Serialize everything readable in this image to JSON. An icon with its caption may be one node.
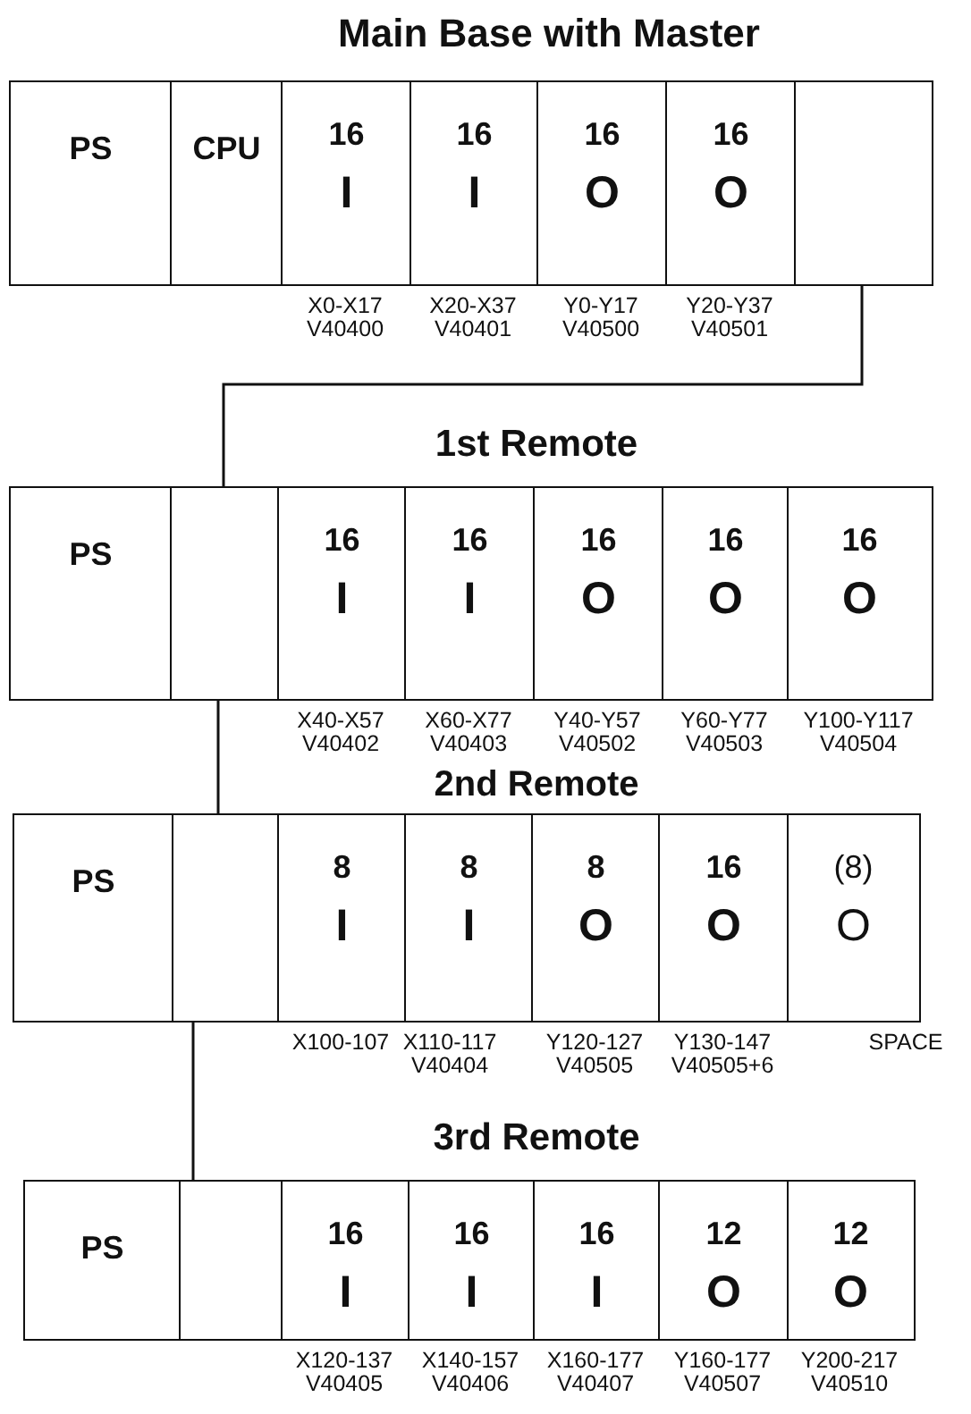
{
  "diagram": {
    "nodes": [
      {
        "text": [
          "Main Base with Master"
        ]
      },
      {
        "text": [
          "PS"
        ],
        "in": 0
      },
      {
        "text": [
          "CPU"
        ],
        "in": 0
      },
      {
        "text": [
          "16",
          "I"
        ],
        "in": 0,
        "beside": [
          "X0-X17",
          "V40400"
        ]
      },
      {
        "text": [
          "16",
          "I"
        ],
        "in": 0,
        "beside": [
          "X20-X37",
          "V40401"
        ]
      },
      {
        "text": [
          "16",
          "O"
        ],
        "in": 0,
        "beside": [
          "Y0-Y17",
          "V40500"
        ]
      },
      {
        "text": [
          "16",
          "O"
        ],
        "in": 0,
        "beside": [
          "Y20-Y37",
          "V40501"
        ]
      },
      {
        "text": [],
        "shape": "box",
        "in": 0
      },
      {
        "text": [
          "1st Remote"
        ]
      },
      {
        "text": [
          "PS"
        ],
        "in": 8
      },
      {
        "text": [],
        "shape": "box",
        "in": 8
      },
      {
        "text": [
          "16",
          "I"
        ],
        "in": 8,
        "beside": [
          "X40-X57",
          "V40402"
        ]
      },
      {
        "text": [
          "16",
          "I"
        ],
        "in": 8,
        "beside": [
          "X60-X77",
          "V40403"
        ]
      },
      {
        "text": [
          "16",
          "O"
        ],
        "in": 8,
        "beside": [
          "Y40-Y57",
          "V40502"
        ]
      },
      {
        "text": [
          "16",
          "O"
        ],
        "in": 8,
        "beside": [
          "Y60-Y77",
          "V40503"
        ]
      },
      {
        "text": [
          "16",
          "O"
        ],
        "in": 8,
        "beside": [
          "Y100-Y117",
          "V40504"
        ]
      },
      {
        "text": [
          "2nd Remote"
        ]
      },
      {
        "text": [
          "PS"
        ],
        "in": 16
      },
      {
        "text": [],
        "shape": "box",
        "in": 16
      },
      {
        "text": [
          "8",
          "I"
        ],
        "in": 16,
        "beside": [
          "X100-107"
        ]
      },
      {
        "text": [
          "8",
          "I"
        ],
        "in": 16,
        "beside": [
          "X110-117",
          "V40404"
        ]
      },
      {
        "text": [
          "8",
          "O"
        ],
        "in": 16,
        "beside": [
          "Y120-127",
          "V40505"
        ]
      },
      {
        "text": [
          "16",
          "O"
        ],
        "in": 16,
        "beside": [
          "Y130-147",
          "V40505+6"
        ]
      },
      {
        "text": [
          "(8)",
          "O"
        ],
        "in": 16,
        "beside": [
          "SPACE"
        ]
      },
      {
        "text": [
          "3rd Remote"
        ]
      },
      {
        "text": [
          "PS"
        ],
        "in": 24
      },
      {
        "text": [],
        "shape": "box",
        "in": 24
      },
      {
        "text": [
          "16",
          "I"
        ],
        "in": 24,
        "beside": [
          "X120-137",
          "V40405"
        ]
      },
      {
        "text": [
          "16",
          "I"
        ],
        "in": 24,
        "beside": [
          "X140-157",
          "V40406"
        ]
      },
      {
        "text": [
          "16",
          "I"
        ],
        "in": 24,
        "beside": [
          "X160-177",
          "V40407"
        ]
      },
      {
        "text": [
          "12",
          "O"
        ],
        "in": 24,
        "beside": [
          "Y160-177",
          "V40507"
        ]
      },
      {
        "text": [
          "12",
          "O"
        ],
        "in": 24,
        "beside": [
          "Y200-217",
          "V40510"
        ]
      }
    ],
    "edges": [
      {
        "from": 7,
        "to": 10,
        "arrow": "none"
      },
      {
        "from": 10,
        "to": 18,
        "arrow": "none"
      },
      {
        "from": 18,
        "to": 26,
        "arrow": "none"
      }
    ]
  }
}
